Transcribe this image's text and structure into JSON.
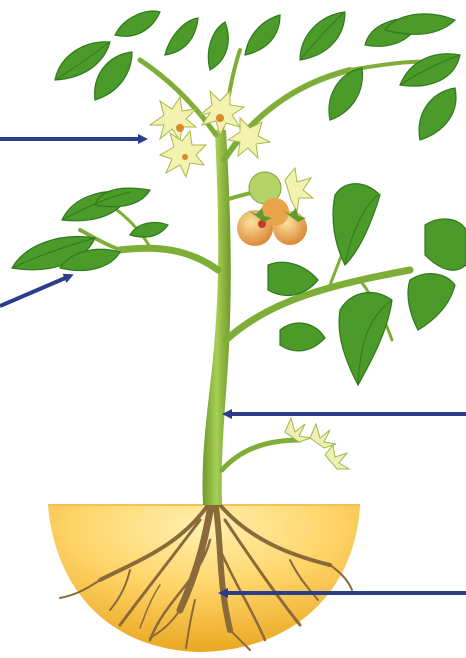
{
  "diagram": {
    "subject": "tomato plant",
    "labels": [],
    "pointer_arrows": [
      {
        "name": "flower-pointer",
        "color": "#2b3d8a"
      },
      {
        "name": "leaf-pointer",
        "color": "#2b3d8a"
      },
      {
        "name": "stem-pointer",
        "color": "#2b3d8a"
      },
      {
        "name": "root-pointer",
        "color": "#2b3d8a"
      }
    ],
    "colors": {
      "soil_light": "#ffe089",
      "soil_dark": "#e8a21a",
      "stem": "#8dbb3a",
      "stem_dark": "#6f9a2a",
      "leaf": "#4c9a2a",
      "leaf_dark": "#2f7a1c",
      "flower": "#f3f2b0",
      "fruit": "#e8a44a",
      "root": "#8a6a3a",
      "arrow": "#2b3d8a"
    }
  }
}
